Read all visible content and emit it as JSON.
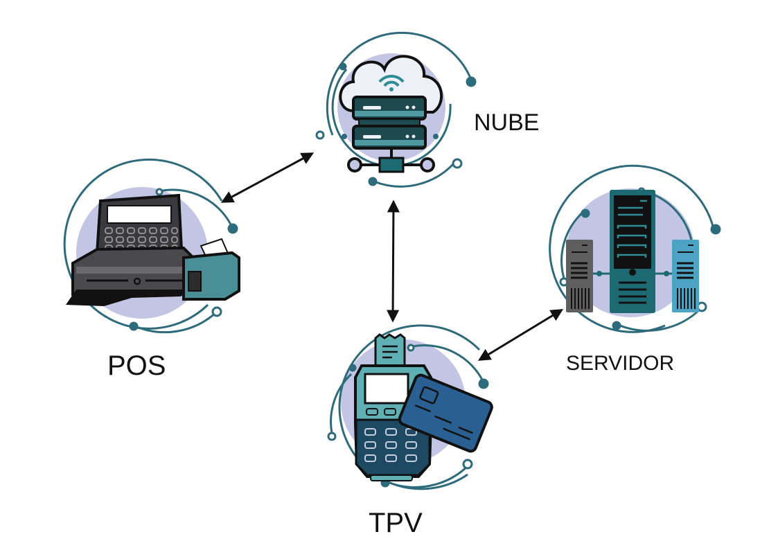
{
  "diagram": {
    "title": "",
    "colors": {
      "ring": "#2d6b7c",
      "disc": "#c2c5e3",
      "arrow": "#111111",
      "dark_teal": "#1d5f6e",
      "mid_teal": "#4f97a3",
      "light_teal": "#6fb8bc",
      "card_blue": "#2a5f92",
      "gray": "#5f5f5f",
      "light_blue": "#4ca3c4"
    },
    "nodes": [
      {
        "id": "nube",
        "label": "NUBE",
        "icon": "cloud-server-icon"
      },
      {
        "id": "pos",
        "label": "POS",
        "icon": "cash-register-icon"
      },
      {
        "id": "tpv",
        "label": "TPV",
        "icon": "card-terminal-icon"
      },
      {
        "id": "servidor",
        "label": "SERVIDOR",
        "icon": "server-towers-icon"
      }
    ],
    "edges": [
      {
        "from": "pos",
        "to": "nube",
        "direction": "bidirectional"
      },
      {
        "from": "nube",
        "to": "tpv",
        "direction": "bidirectional"
      },
      {
        "from": "tpv",
        "to": "servidor",
        "direction": "bidirectional"
      }
    ]
  }
}
